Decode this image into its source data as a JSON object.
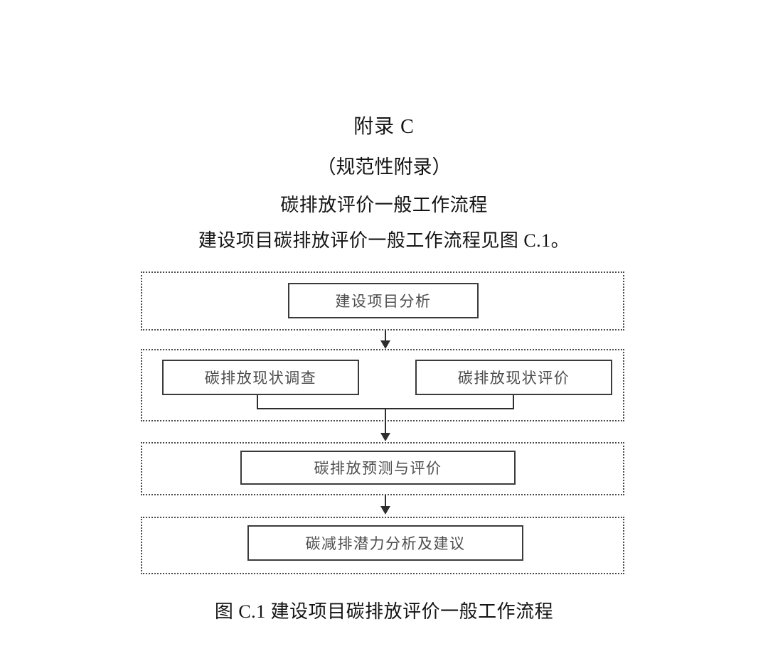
{
  "document": {
    "appendix_label": "附录 C",
    "normative_label": "（规范性附录）",
    "section_title": "碳排放评价一般工作流程",
    "intro_text": "建设项目碳排放评价一般工作流程见图 C.1。",
    "figure_caption": "图 C.1  建设项目碳排放评价一般工作流程"
  },
  "flowchart": {
    "stages": [
      {
        "id": "stage-1",
        "nodes": [
          {
            "id": "node-analysis",
            "label": "建设项目分析"
          }
        ]
      },
      {
        "id": "stage-2",
        "nodes": [
          {
            "id": "node-survey",
            "label": "碳排放现状调查"
          },
          {
            "id": "node-status-eval",
            "label": "碳排放现状评价"
          }
        ]
      },
      {
        "id": "stage-3",
        "nodes": [
          {
            "id": "node-forecast",
            "label": "碳排放预测与评价"
          }
        ]
      },
      {
        "id": "stage-4",
        "nodes": [
          {
            "id": "node-reduction",
            "label": "碳减排潜力分析及建议"
          }
        ]
      }
    ],
    "connectors": [
      {
        "id": "arrow-1",
        "from": "stage-1",
        "to": "stage-2",
        "type": "arrow-down"
      },
      {
        "id": "merge-1",
        "from": "node-survey+node-status-eval",
        "to": "merge-bar",
        "type": "merge"
      },
      {
        "id": "arrow-2",
        "from": "stage-2",
        "to": "stage-3",
        "type": "arrow-down"
      },
      {
        "id": "arrow-3",
        "from": "stage-3",
        "to": "stage-4",
        "type": "arrow-down"
      }
    ],
    "colors": {
      "node_border": "#3b3b3b",
      "group_border": "#4a4a4a",
      "connector": "#2e2e2e",
      "node_text": "#4d4d4d",
      "page_background": "#ffffff"
    }
  }
}
